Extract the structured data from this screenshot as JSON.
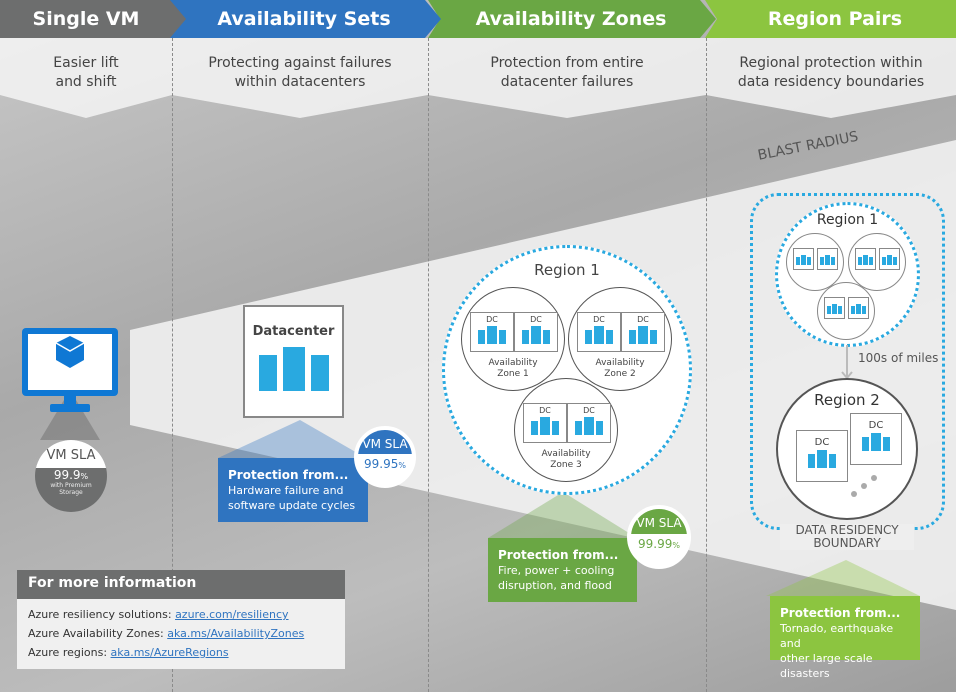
{
  "columns": [
    {
      "title": "Single VM",
      "desc": [
        "Easier lift",
        "and shift"
      ],
      "color": "#6d6e6e"
    },
    {
      "title": "Availability Sets",
      "desc": [
        "Protecting against failures",
        "within datacenters"
      ],
      "color": "#2f74c0"
    },
    {
      "title": "Availability Zones",
      "desc": [
        "Protection from entire",
        "datacenter failures"
      ],
      "color": "#6aa744"
    },
    {
      "title": "Region Pairs",
      "desc": [
        "Regional protection within",
        "data residency boundaries"
      ],
      "color": "#8cc540"
    }
  ],
  "blast_radius": "BLAST RADIUS",
  "single_vm": {
    "sla_title": "VM SLA",
    "sla_value": "99.9",
    "sla_unit": "%",
    "sla_note": [
      "with Premium",
      "Storage"
    ]
  },
  "availability_sets": {
    "datacenter_label": "Datacenter",
    "protection_title": "Protection from...",
    "protection_text": [
      "Hardware failure and",
      "software update cycles"
    ],
    "sla_title": "VM SLA",
    "sla_value": "99.95",
    "sla_unit": "%"
  },
  "availability_zones": {
    "region_label": "Region 1",
    "dc_label": "DC",
    "zones": [
      [
        "Availability",
        "Zone 1"
      ],
      [
        "Availability",
        "Zone 2"
      ],
      [
        "Availability",
        "Zone 3"
      ]
    ],
    "protection_title": "Protection from...",
    "protection_text": [
      "Fire, power + cooling",
      "disruption, and flood"
    ],
    "sla_title": "VM SLA",
    "sla_value": "99.99",
    "sla_unit": "%"
  },
  "region_pairs": {
    "region1_label": "Region 1",
    "region2_label": "Region 2",
    "distance": "100s of miles",
    "dc_label": "DC",
    "boundary": [
      "DATA RESIDENCY",
      "BOUNDARY"
    ],
    "protection_title": "Protection from...",
    "protection_text": [
      "Tornado, earthquake and",
      "other large scale disasters"
    ]
  },
  "more_info": {
    "title": "For more information",
    "links": [
      {
        "label": "Azure resiliency solutions: ",
        "link": "azure.com/resiliency"
      },
      {
        "label": "Azure Availability Zones: ",
        "link": "aka.ms/AvailabilityZones"
      },
      {
        "label": "Azure regions: ",
        "link": "aka.ms/AzureRegions"
      }
    ]
  },
  "colors": {
    "azure_blue": "#2f74c0",
    "dc_blue": "#29a9e0",
    "green": "#6aa744",
    "light_green": "#8cc540",
    "gray": "#6d6e6e"
  }
}
